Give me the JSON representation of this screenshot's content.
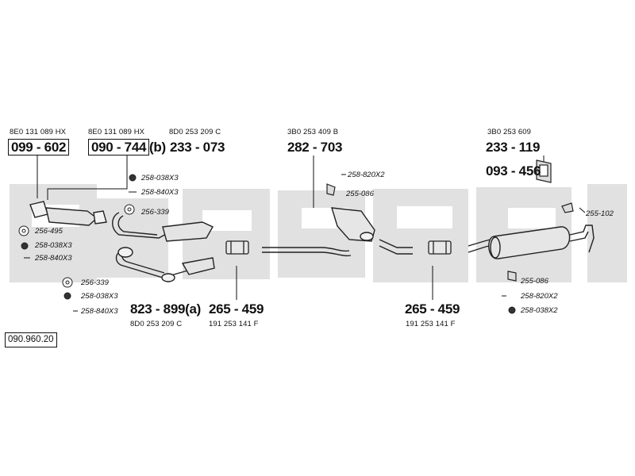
{
  "diagram_id": "090.960.20",
  "oem_numbers": {
    "oem_1": "8E0 131 089 HX",
    "oem_2": "8E0 131 089 HX",
    "oem_3": "8D0 253 209 C",
    "oem_4": "3B0 253 409 B",
    "oem_5": "3B0 253 609",
    "oem_6": "8D0 253 209 C",
    "oem_7": "191 253 141 F",
    "oem_8": "191 253 141 F"
  },
  "part_numbers": {
    "p_099_602": "099 - 602",
    "p_090_744": "090 - 744",
    "p_090_744_suffix": "(b)",
    "p_233_073": "233 - 073",
    "p_282_703": "282 - 703",
    "p_233_119": "233 - 119",
    "p_093_456": "093 - 456",
    "p_823_899": "823 - 899(a)",
    "p_265_459_a": "265 - 459",
    "p_265_459_b": "265 - 459"
  },
  "accessories": {
    "a1": "258-038X3",
    "a2": "258-840X3",
    "a3": "256-339",
    "a4": "256-495",
    "a5": "258-038X3",
    "a6": "258-840X3",
    "a7": "256-339",
    "a8": "258-038X3",
    "a9": "258-840X3",
    "a10": "258-820X2",
    "a11": "255-086",
    "a12": "255-102",
    "a13": "255-086",
    "a14": "258-820X2",
    "a15": "258-038X2"
  },
  "watermark": "bosal"
}
